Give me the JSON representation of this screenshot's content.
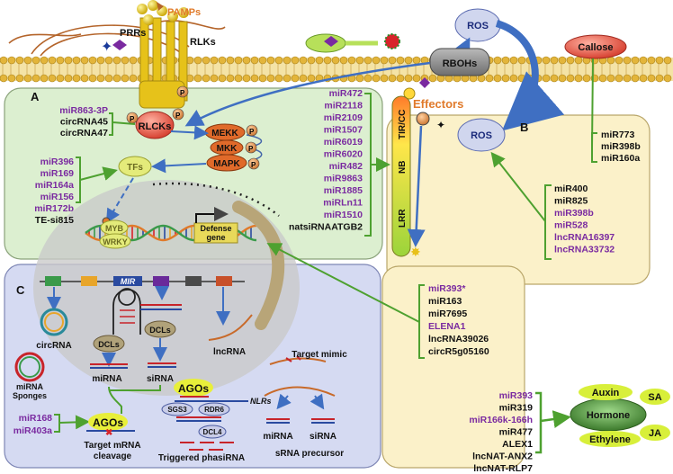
{
  "colors": {
    "purple": "#7a2aa0",
    "black": "#111111",
    "orange": "#e07a2a",
    "panel_a": "#dcefd0",
    "panel_b": "#fbf1c9",
    "panel_c": "#d5daf2",
    "membrane": "#e3b53a",
    "arrow_blue": "#3f6fc2",
    "arrow_green": "#4ea130"
  },
  "icons": [
    "star-icon",
    "diamond-icon",
    "ros-cloud-icon",
    "phosphate-icon",
    "flash-icon"
  ],
  "labels": {
    "pamps": "PAMPs",
    "prrs": "PRRs",
    "rlks": "RLKs",
    "rlcks": "RLCKs",
    "p": "P",
    "mekk": "MEKK",
    "mkk": "MKK",
    "mapk": "MAPK",
    "tfs": "TFs",
    "myb": "MYB",
    "wrky": "WRKY",
    "defense_gene": "Defense\ngene",
    "effectors": "Effectors",
    "tircc": "TIR/CC",
    "nb": "NB",
    "lrr": "LRR",
    "ros_top": "ROS",
    "ros_right": "ROS",
    "rbohs": "RBOHs",
    "callose": "Callose",
    "hormone": "Hormone",
    "auxin": "Auxin",
    "sa": "SA",
    "ethylene": "Ethylene",
    "ja": "JA"
  },
  "panel_a": {
    "letter": "A",
    "group1": [
      {
        "text": "miR863-3P",
        "color": "purple"
      },
      {
        "text": "circRNA45",
        "color": "black"
      },
      {
        "text": "circRNA47",
        "color": "black"
      }
    ],
    "group2": [
      {
        "text": "miR396",
        "color": "purple"
      },
      {
        "text": "miR169",
        "color": "purple"
      },
      {
        "text": "miR164a",
        "color": "purple"
      },
      {
        "text": "miR156",
        "color": "purple"
      },
      {
        "text": "miR172b",
        "color": "purple"
      },
      {
        "text": "TE-si815",
        "color": "black"
      }
    ],
    "group3": [
      {
        "text": "miR472",
        "color": "purple"
      },
      {
        "text": "miR2118",
        "color": "purple"
      },
      {
        "text": "miR2109",
        "color": "purple"
      },
      {
        "text": "miR1507",
        "color": "purple"
      },
      {
        "text": "miR6019",
        "color": "purple"
      },
      {
        "text": "miR6020",
        "color": "purple"
      },
      {
        "text": "miR482",
        "color": "purple"
      },
      {
        "text": "miR9863",
        "color": "purple"
      },
      {
        "text": "miR1885",
        "color": "purple"
      },
      {
        "text": "miRLn11",
        "color": "purple"
      },
      {
        "text": "miR1510",
        "color": "purple"
      },
      {
        "text": "natsiRNAATGB2",
        "color": "black"
      }
    ]
  },
  "panel_b": {
    "letter": "B",
    "group1": [
      {
        "text": "miR773",
        "color": "black"
      },
      {
        "text": "miR398b",
        "color": "black"
      },
      {
        "text": "miR160a",
        "color": "black"
      }
    ],
    "group2": [
      {
        "text": "miR400",
        "color": "black"
      },
      {
        "text": "miR825",
        "color": "black"
      },
      {
        "text": "miR398b",
        "color": "purple"
      },
      {
        "text": "miR528",
        "color": "purple"
      },
      {
        "text": "lncRNA16397",
        "color": "purple"
      },
      {
        "text": "lncRNA33732",
        "color": "purple"
      }
    ],
    "group3": [
      {
        "text": "miR393*",
        "color": "purple"
      },
      {
        "text": "miR163",
        "color": "black"
      },
      {
        "text": "miR7695",
        "color": "black"
      },
      {
        "text": "ELENA1",
        "color": "purple"
      },
      {
        "text": "lncRNA39026",
        "color": "black"
      },
      {
        "text": "circR5g05160",
        "color": "black"
      }
    ],
    "group4": [
      {
        "text": "miR393",
        "color": "purple"
      },
      {
        "text": "miR319",
        "color": "black"
      },
      {
        "text": "miR166k-166h",
        "color": "purple"
      },
      {
        "text": "miR477",
        "color": "black"
      },
      {
        "text": "ALEX1",
        "color": "black"
      },
      {
        "text": "lncNAT-ANX2",
        "color": "black"
      },
      {
        "text": "lncNAT-RLP7",
        "color": "black"
      }
    ]
  },
  "panel_c": {
    "letter": "C",
    "mir": "MIR",
    "circrna": "circRNA",
    "dcls_1": "DCLs",
    "dcls_2": "DCLs",
    "mirna": "miRNA",
    "sirna": "siRNA",
    "lncrna": "lncRNA",
    "target_mimic": "Target mimic",
    "mirna_sponges": "miRNA\nSponges",
    "group": [
      {
        "text": "miR168",
        "color": "purple"
      },
      {
        "text": "miR403a",
        "color": "purple"
      }
    ],
    "agos_left": "AGOs",
    "agos_mid": "AGOs",
    "target_cleavage": "Target mRNA\ncleavage",
    "sgs3": "SGS3",
    "rdr6": "RDR6",
    "dcl4": "DCL4",
    "nlrs": "NLRs",
    "triggered_phasirna": "Triggered phasiRNA",
    "mirna_bottom": "miRNA",
    "sirna_bottom": "siRNA",
    "srna_precursor": "sRNA precursor"
  }
}
